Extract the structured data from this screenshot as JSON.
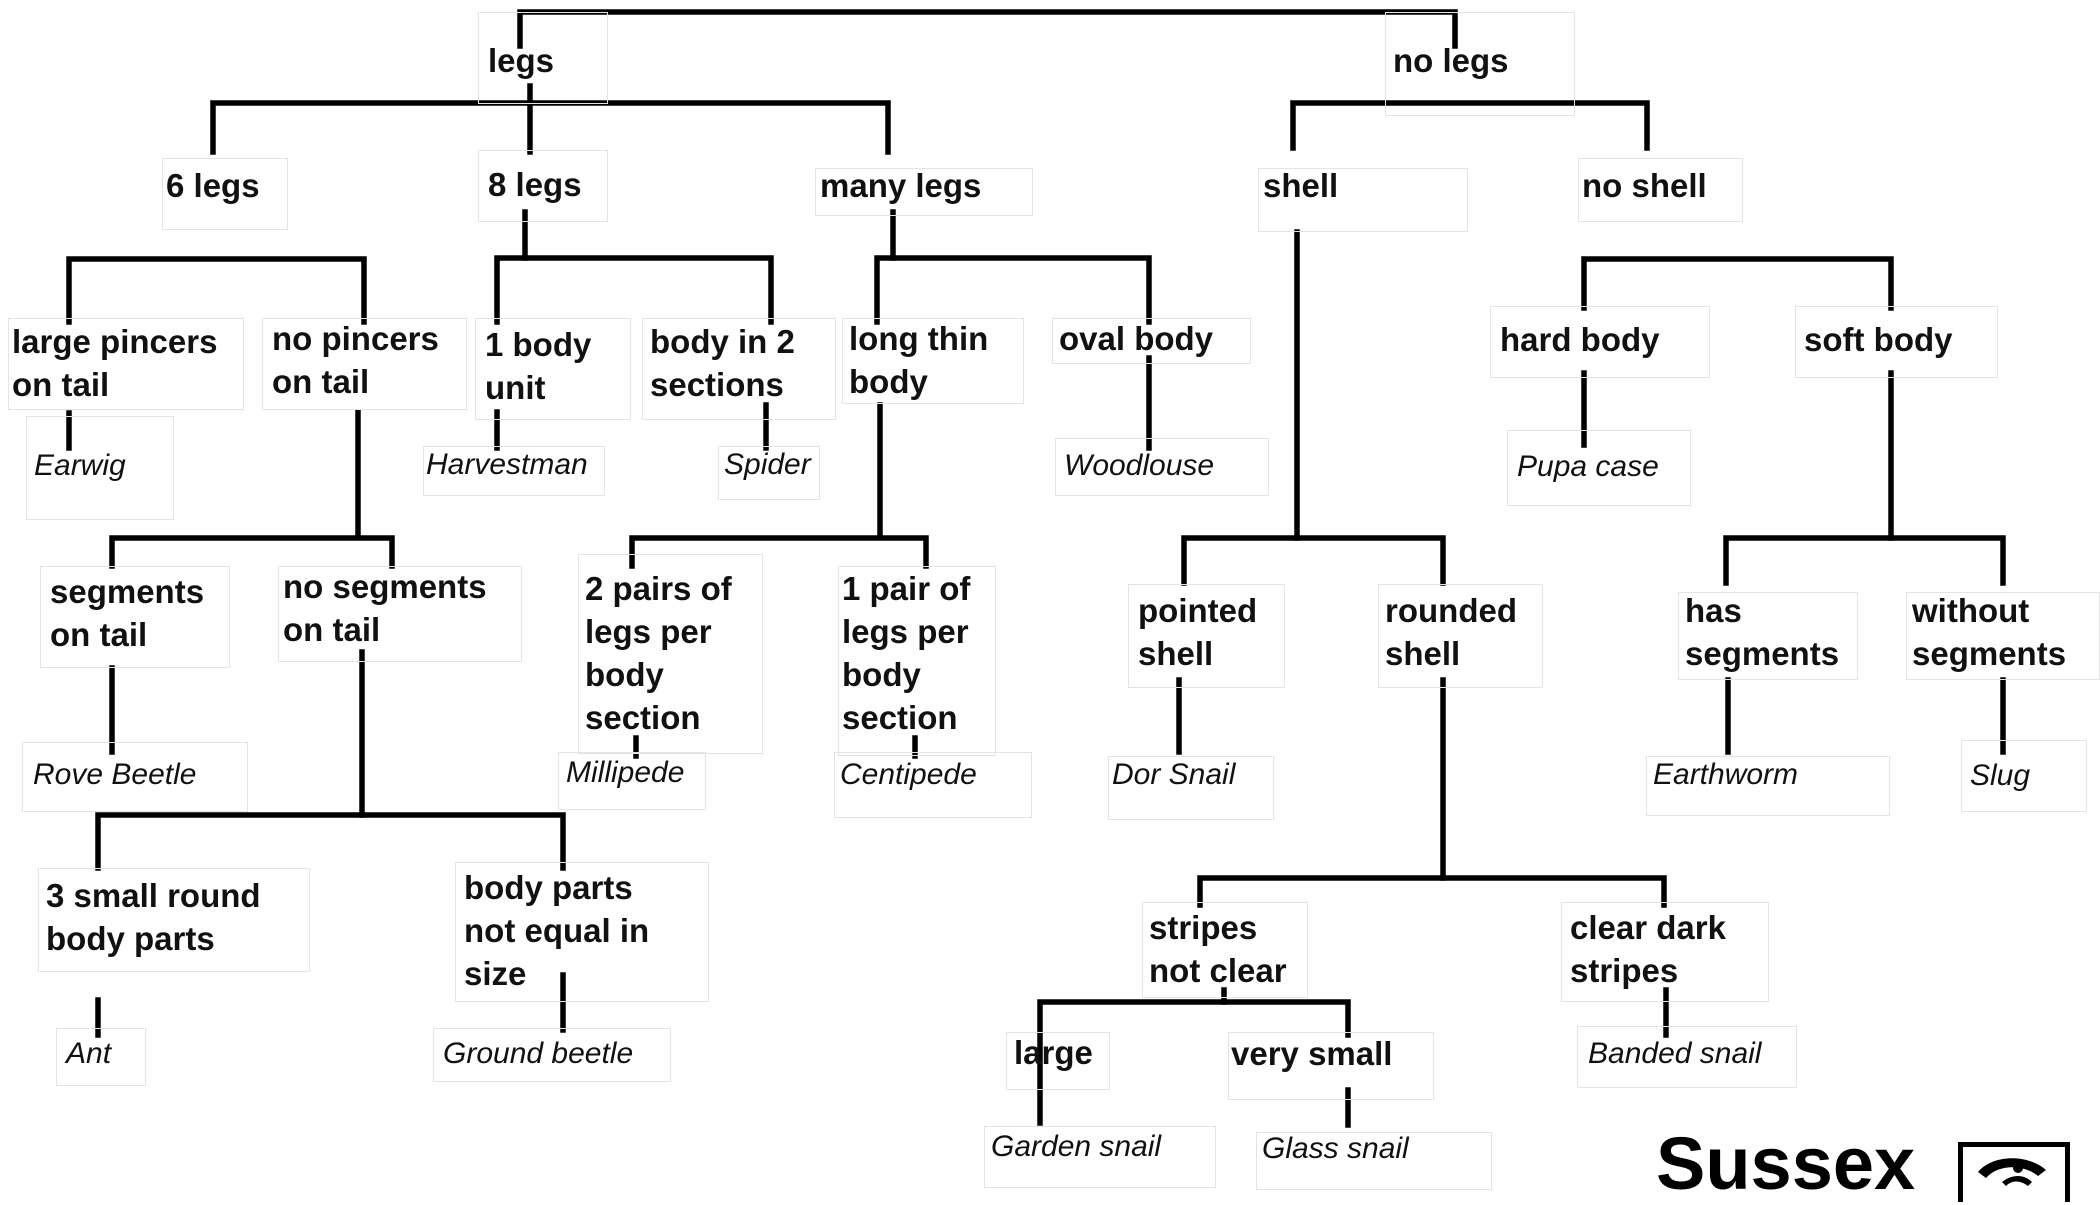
{
  "criteria": {
    "legs": "legs",
    "no_legs": "no legs",
    "six_legs": "6 legs",
    "eight_legs": "8 legs",
    "many_legs": "many legs",
    "shell": "shell",
    "no_shell": "no shell",
    "large_pincers": "large pincers\non tail",
    "no_pincers": "no pincers\non tail",
    "one_body_unit": "1 body\nunit",
    "body_two_sections": "body in 2\nsections",
    "long_thin_body": "long thin\nbody",
    "oval_body": "oval body",
    "hard_body": "hard body",
    "soft_body": "soft body",
    "segments_on_tail": "segments\non tail",
    "no_segments_on_tail": "no segments\non tail",
    "two_pairs_legs": "2 pairs of\nlegs per\nbody\nsection",
    "one_pair_legs": "1 pair of\nlegs per\nbody\nsection",
    "pointed_shell": "pointed\nshell",
    "rounded_shell": "rounded\nshell",
    "has_segments": "has\nsegments",
    "without_segments": "without\nsegments",
    "three_round_parts": "3 small round\nbody parts",
    "unequal_parts": "body parts\nnot equal in\nsize",
    "stripes_not_clear": "stripes\nnot clear",
    "clear_dark_stripes": "clear dark\nstripes",
    "large": "large",
    "very_small": "very small"
  },
  "species": {
    "earwig": "Earwig",
    "harvestman": "Harvestman",
    "spider": "Spider",
    "woodlouse": "Woodlouse",
    "pupa_case": "Pupa case",
    "rove_beetle": "Rove Beetle",
    "millipede": "Millipede",
    "centipede": "Centipede",
    "dor_snail": "Dor Snail",
    "earthworm": "Earthworm",
    "slug": "Slug",
    "ant": "Ant",
    "ground_beetle": "Ground beetle",
    "banded_snail": "Banded snail",
    "garden_snail": "Garden snail",
    "glass_snail": "Glass snail"
  },
  "logo": {
    "text": "Sussex"
  }
}
